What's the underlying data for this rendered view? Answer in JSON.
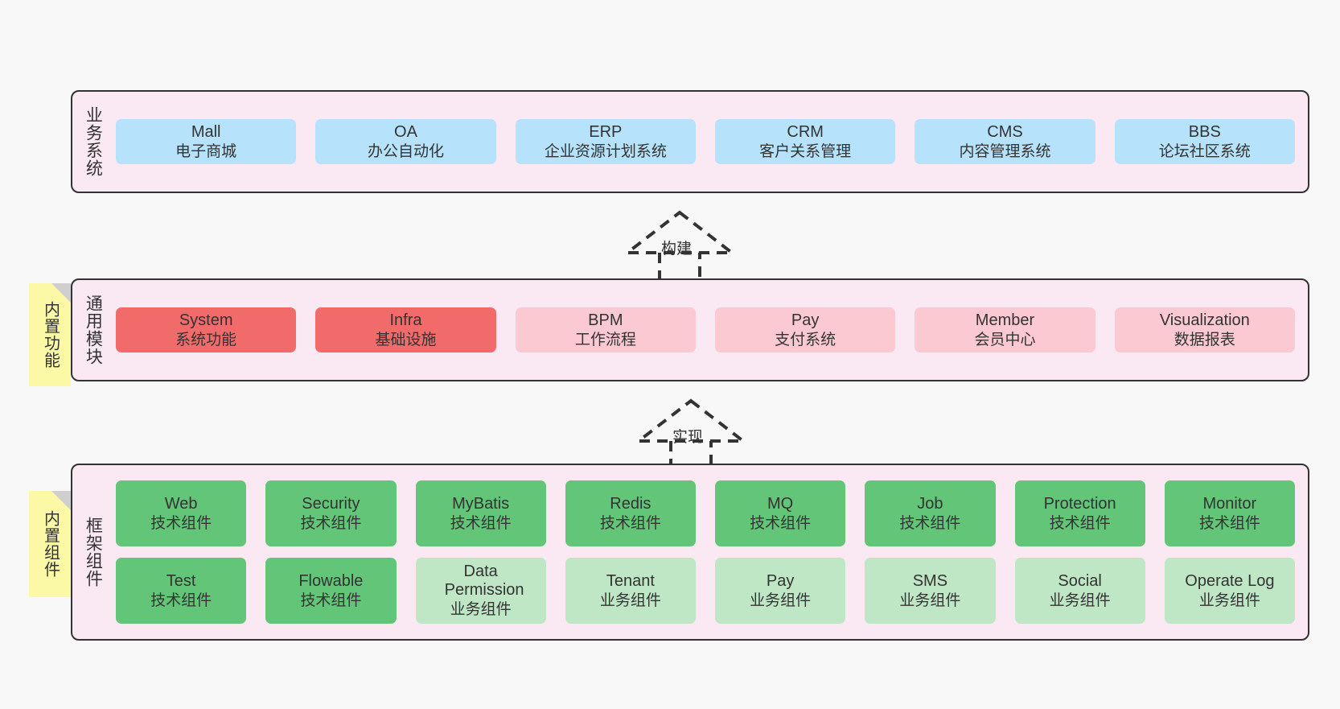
{
  "diagram": {
    "background_color": "#f8f8f8",
    "band_fill": "#fae8f3",
    "band_border": "#333333",
    "sticky_fill": "#fbf8a6",
    "sticky_fold": "#cfcfcf"
  },
  "layers": [
    {
      "key": "business",
      "title": "业务系统",
      "sticky": null,
      "rows": [
        {
          "nodes": [
            {
              "title": "Mall",
              "sub": "电子商城",
              "color": "#b6e3fb",
              "style": "c-blue"
            },
            {
              "title": "OA",
              "sub": "办公自动化",
              "color": "#b6e3fb",
              "style": "c-blue"
            },
            {
              "title": "ERP",
              "sub": "企业资源计划系统",
              "color": "#b6e3fb",
              "style": "c-blue"
            },
            {
              "title": "CRM",
              "sub": "客户关系管理",
              "color": "#b6e3fb",
              "style": "c-blue"
            },
            {
              "title": "CMS",
              "sub": "内容管理系统",
              "color": "#b6e3fb",
              "style": "c-blue"
            },
            {
              "title": "BBS",
              "sub": "论坛社区系统",
              "color": "#b6e3fb",
              "style": "c-blue"
            }
          ]
        }
      ]
    },
    {
      "key": "common",
      "title": "通用模块",
      "sticky": "内置功能",
      "rows": [
        {
          "nodes": [
            {
              "title": "System",
              "sub": "系统功能",
              "color": "#f26b6b",
              "style": "c-red"
            },
            {
              "title": "Infra",
              "sub": "基础设施",
              "color": "#f26b6b",
              "style": "c-red"
            },
            {
              "title": "BPM",
              "sub": "工作流程",
              "color": "#fbc9d2",
              "style": "c-pink"
            },
            {
              "title": "Pay",
              "sub": "支付系统",
              "color": "#fbc9d2",
              "style": "c-pink"
            },
            {
              "title": "Member",
              "sub": "会员中心",
              "color": "#fbc9d2",
              "style": "c-pink"
            },
            {
              "title": "Visualization",
              "sub": "数据报表",
              "color": "#fbc9d2",
              "style": "c-pink"
            }
          ]
        }
      ]
    },
    {
      "key": "framework",
      "title": "框架组件",
      "sticky": "内置组件",
      "rows": [
        {
          "nodes": [
            {
              "title": "Web",
              "sub": "技术组件",
              "color": "#62c578",
              "style": "c-green"
            },
            {
              "title": "Security",
              "sub": "技术组件",
              "color": "#62c578",
              "style": "c-green"
            },
            {
              "title": "MyBatis",
              "sub": "技术组件",
              "color": "#62c578",
              "style": "c-green"
            },
            {
              "title": "Redis",
              "sub": "技术组件",
              "color": "#62c578",
              "style": "c-green"
            },
            {
              "title": "MQ",
              "sub": "技术组件",
              "color": "#62c578",
              "style": "c-green"
            },
            {
              "title": "Job",
              "sub": "技术组件",
              "color": "#62c578",
              "style": "c-green"
            },
            {
              "title": "Protection",
              "sub": "技术组件",
              "color": "#62c578",
              "style": "c-green"
            },
            {
              "title": "Monitor",
              "sub": "技术组件",
              "color": "#62c578",
              "style": "c-green"
            }
          ]
        },
        {
          "nodes": [
            {
              "title": "Test",
              "sub": "技术组件",
              "color": "#62c578",
              "style": "c-green"
            },
            {
              "title": "Flowable",
              "sub": "技术组件",
              "color": "#62c578",
              "style": "c-green"
            },
            {
              "title": "Data Permission",
              "sub": "业务组件",
              "color": "#bfe7c6",
              "style": "c-lightgreen"
            },
            {
              "title": "Tenant",
              "sub": "业务组件",
              "color": "#bfe7c6",
              "style": "c-lightgreen"
            },
            {
              "title": "Pay",
              "sub": "业务组件",
              "color": "#bfe7c6",
              "style": "c-lightgreen"
            },
            {
              "title": "SMS",
              "sub": "业务组件",
              "color": "#bfe7c6",
              "style": "c-lightgreen"
            },
            {
              "title": "Social",
              "sub": "业务组件",
              "color": "#bfe7c6",
              "style": "c-lightgreen"
            },
            {
              "title": "Operate Log",
              "sub": "业务组件",
              "color": "#bfe7c6",
              "style": "c-lightgreen"
            }
          ]
        }
      ]
    }
  ],
  "connectors": [
    {
      "key": "build",
      "label": "构建",
      "from": "common",
      "to": "business"
    },
    {
      "key": "implement",
      "label": "实现",
      "from": "framework",
      "to": "common"
    }
  ]
}
